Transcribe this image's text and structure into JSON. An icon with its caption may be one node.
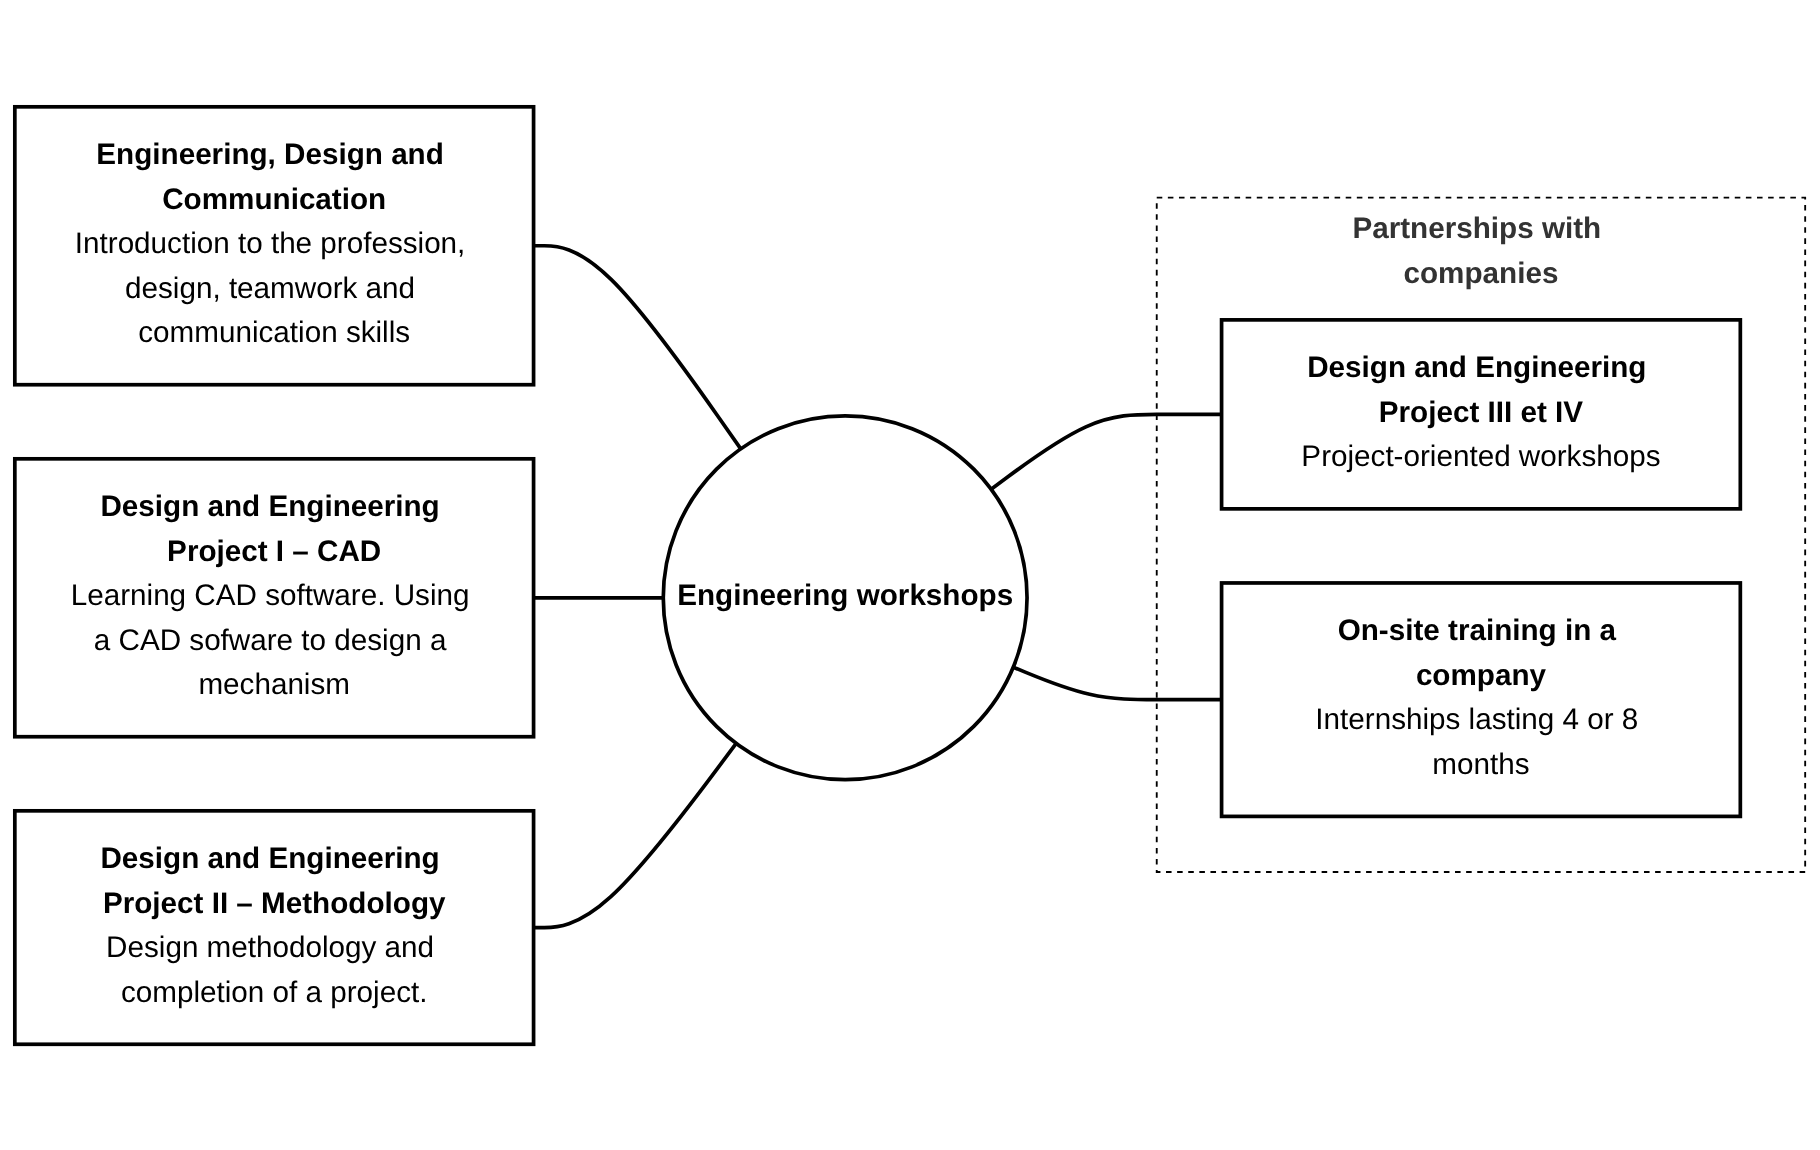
{
  "diagram": {
    "nodes": [
      {
        "text": [
          "Engineering, Design and Communication",
          "Introduction to the profession, design, teamwork and communication skills"
        ]
      },
      {
        "text": [
          "Partnerships with companies"
        ]
      },
      {
        "text": [
          "Design and Engineering Project III et IV",
          "Project-oriented workshops"
        ],
        "in": 1
      },
      {
        "text": [
          "Design and Engineering Project I – CAD",
          "Learning CAD software. Using a CAD sofware to design a mechanism"
        ]
      },
      {
        "text": [
          "Engineering workshops"
        ]
      },
      {
        "text": [
          "On-site training in a company",
          "Internships lasting 4 or 8 months"
        ],
        "in": 1
      },
      {
        "text": [
          "Design and Engineering Project II – Methodology",
          "Design methodology and completion of a project."
        ]
      }
    ],
    "edges": [
      {
        "from": 0,
        "to": 4,
        "arrow": "none"
      },
      {
        "from": 3,
        "to": 4,
        "arrow": "none"
      },
      {
        "from": 6,
        "to": 4,
        "arrow": "none"
      },
      {
        "from": 4,
        "to": 2,
        "arrow": "none"
      },
      {
        "from": 4,
        "to": 5,
        "arrow": "none"
      }
    ]
  }
}
